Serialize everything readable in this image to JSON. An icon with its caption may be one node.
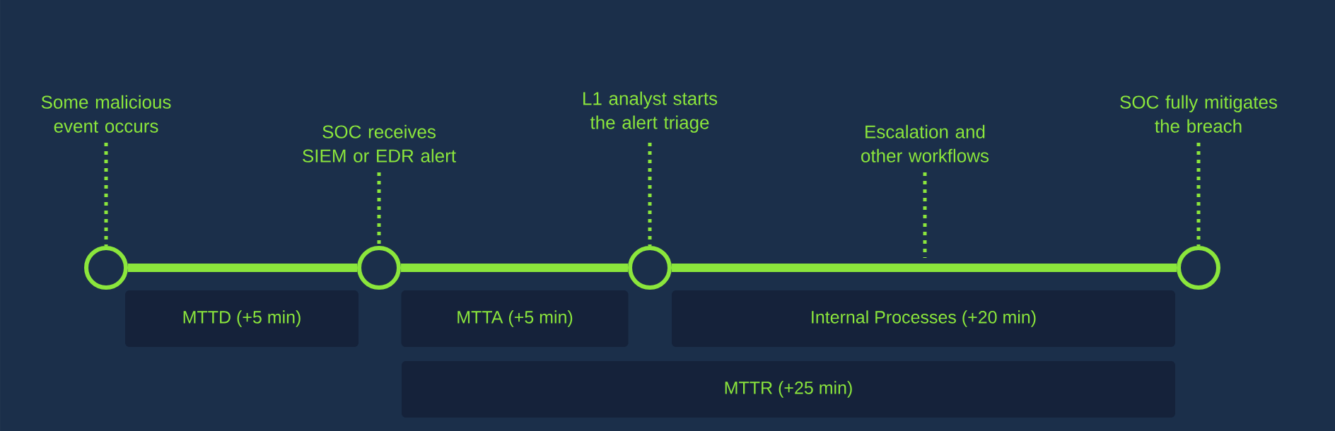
{
  "diagram": {
    "nodes": [
      {
        "text": [
          "Some malicious event occurs"
        ]
      },
      {
        "text": [
          "SOC receives SIEM or EDR alert"
        ]
      },
      {
        "text": [
          "L1 analyst starts the alert triage"
        ]
      },
      {
        "text": [
          "Escalation and other workflows"
        ]
      },
      {
        "text": [
          "SOC fully mitigates the breach"
        ]
      },
      {
        "text": [],
        "shape": "circle"
      },
      {
        "text": [],
        "shape": "circle"
      },
      {
        "text": [],
        "shape": "circle"
      },
      {
        "text": [],
        "shape": "circle"
      },
      {
        "text": [
          "MTTD (+5 min)"
        ]
      },
      {
        "text": [
          "MTTA (+5 min)"
        ]
      },
      {
        "text": [
          "Internal Processes (+20 min)"
        ]
      },
      {
        "text": [
          "MTTR (+25 min)"
        ]
      }
    ],
    "edges": [
      {
        "from": 0,
        "to": 5,
        "arrow": "none",
        "style": "dashed"
      },
      {
        "from": 1,
        "to": 6,
        "arrow": "none",
        "style": "dashed"
      },
      {
        "from": 2,
        "to": 7,
        "arrow": "none",
        "style": "dashed"
      },
      {
        "from": 3,
        "to": null,
        "arrow": "none",
        "style": "dashed"
      },
      {
        "from": 4,
        "to": 8,
        "arrow": "none",
        "style": "dashed"
      },
      {
        "from": 5,
        "to": 6,
        "arrow": "none",
        "style": "thick"
      },
      {
        "from": 6,
        "to": 7,
        "arrow": "none",
        "style": "thick"
      },
      {
        "from": 7,
        "to": 8,
        "arrow": "none",
        "style": "thick"
      }
    ]
  }
}
